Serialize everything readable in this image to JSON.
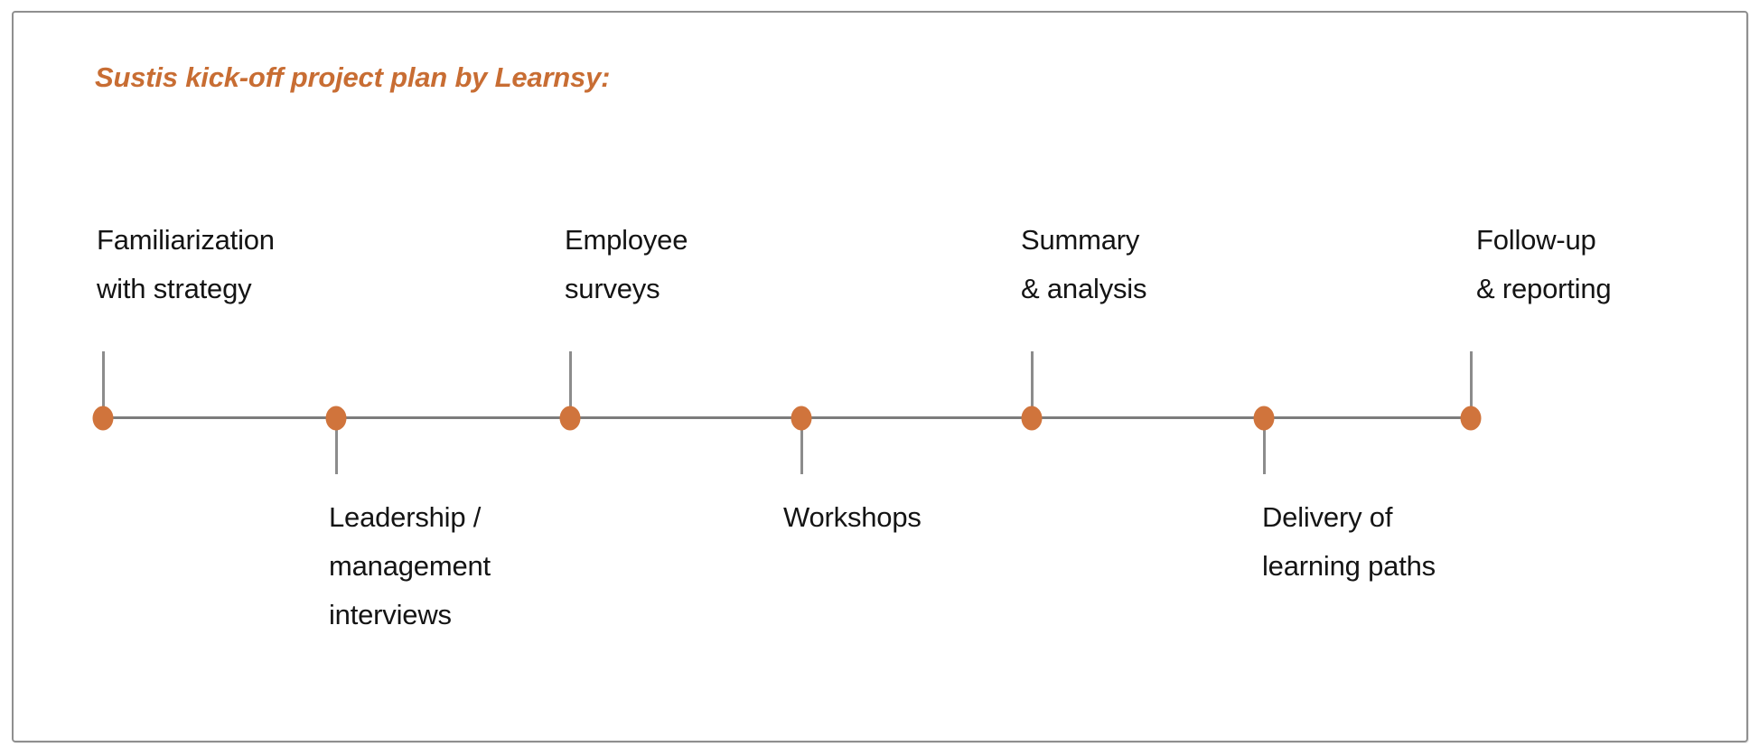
{
  "title": "Sustis kick-off project plan by Learnsy:",
  "colors": {
    "title_orange": "#c86d33",
    "dot_orange": "#d0743c",
    "line_gray": "#7c7c7c",
    "tick_gray": "#8c8c8c",
    "frame_gray": "#8f8f8f",
    "label_text": "#141414"
  },
  "timeline": {
    "milestones": [
      {
        "label": "Familiarization\nwith strategy",
        "position": "above"
      },
      {
        "label": "Leadership /\nmanagement\ninterviews",
        "position": "below"
      },
      {
        "label": "Employee\nsurveys",
        "position": "above"
      },
      {
        "label": "Workshops",
        "position": "below"
      },
      {
        "label": "Summary\n& analysis",
        "position": "above"
      },
      {
        "label": "Delivery of\nlearning paths",
        "position": "below"
      },
      {
        "label": "Follow-up\n& reporting",
        "position": "above"
      }
    ]
  }
}
